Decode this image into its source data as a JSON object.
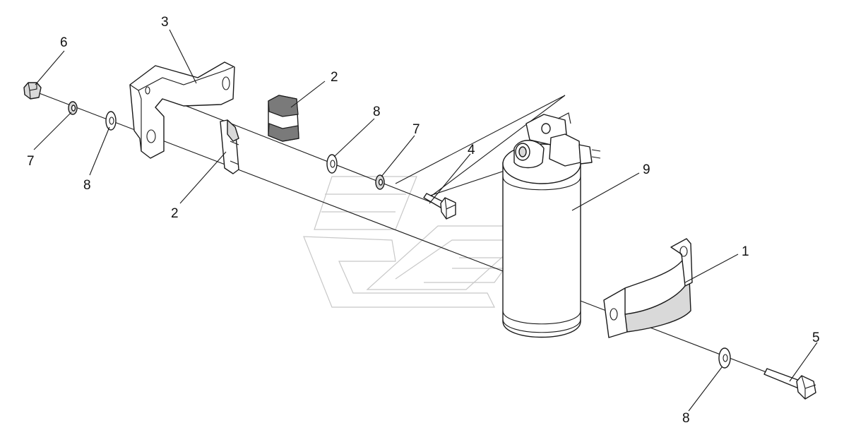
{
  "diagram": {
    "callouts": [
      {
        "id": "c1",
        "label": "1"
      },
      {
        "id": "c2a",
        "label": "2"
      },
      {
        "id": "c2b",
        "label": "2"
      },
      {
        "id": "c3",
        "label": "3"
      },
      {
        "id": "c4",
        "label": "4"
      },
      {
        "id": "c5",
        "label": "5"
      },
      {
        "id": "c6",
        "label": "6"
      },
      {
        "id": "c7a",
        "label": "7"
      },
      {
        "id": "c7b",
        "label": "7"
      },
      {
        "id": "c8a",
        "label": "8"
      },
      {
        "id": "c8b",
        "label": "8"
      },
      {
        "id": "c8c",
        "label": "8"
      },
      {
        "id": "c9",
        "label": "9"
      }
    ]
  },
  "colors": {
    "line": "#1a1a1a",
    "watermark": "#c8c8c8",
    "shade": "#d9d9d9",
    "background": "#ffffff"
  }
}
